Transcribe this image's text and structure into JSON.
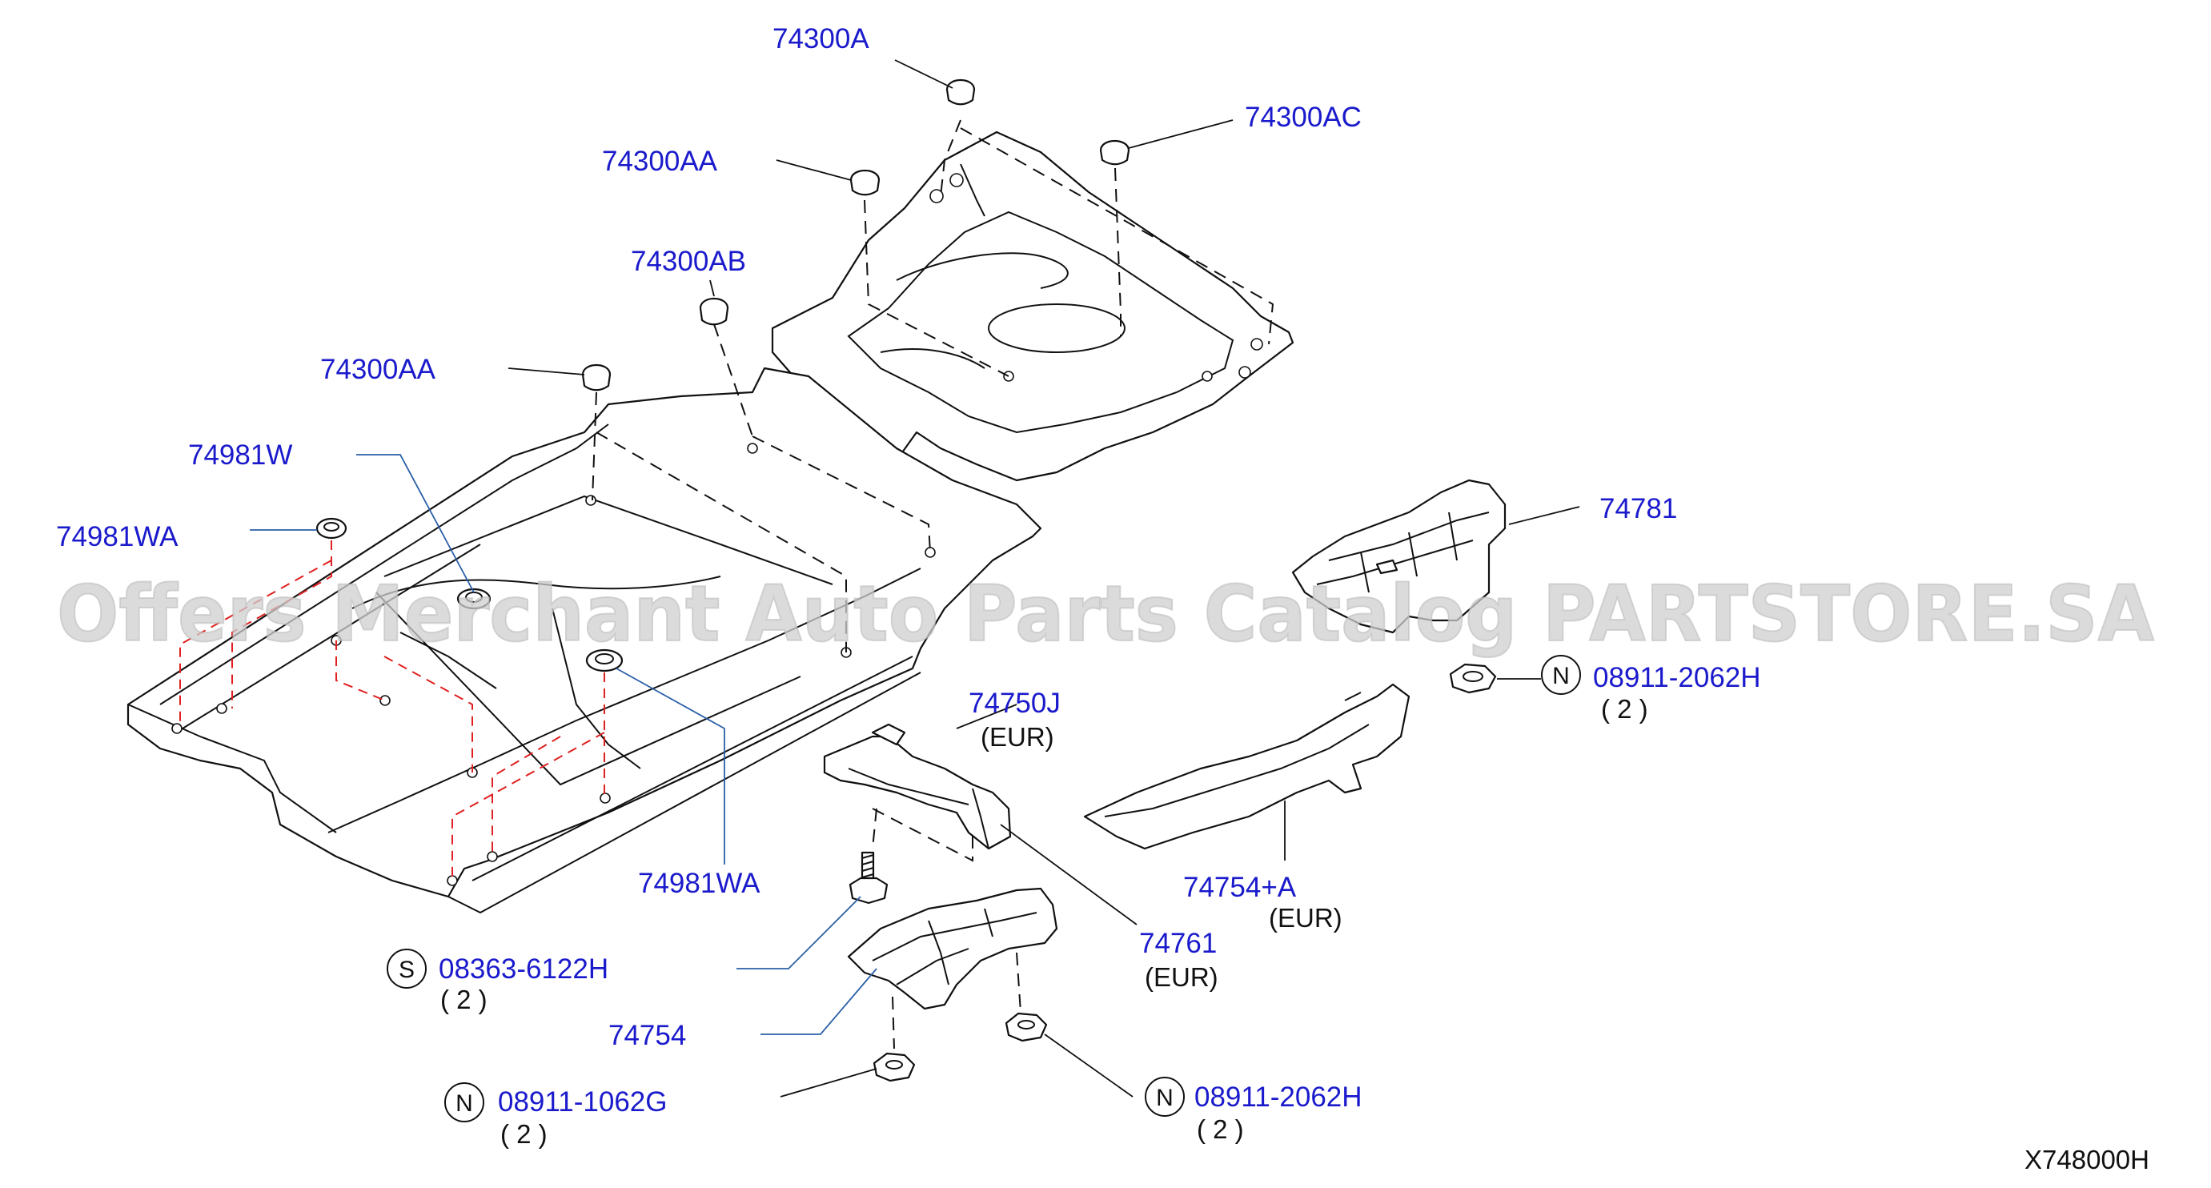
{
  "watermark": "Offers Merchant Auto Parts Catalog PARTSTORE.SA",
  "diagram_ref": "X748000H",
  "callouts": {
    "p74300a": "74300A",
    "p74300ac": "74300AC",
    "p74300aa_top": "74300AA",
    "p74300ab": "74300AB",
    "p74300aa_mid": "74300AA",
    "p74981w": "74981W",
    "p74981wa_left": "74981WA",
    "p74981wa_center": "74981WA",
    "p74781": "74781",
    "p08911_2062h_right": "08911-2062H",
    "qty_08911_2062h_right": "( 2 )",
    "p74750j": "74750J",
    "note_74750j": "(EUR)",
    "p74754a": "74754+A",
    "note_74754a": "(EUR)",
    "p74761": "74761",
    "note_74761": "(EUR)",
    "p08363": "08363-6122H",
    "qty_08363": "( 2 )",
    "p74754": "74754",
    "p08911_1062g": "08911-1062G",
    "qty_08911_1062g": "( 2 )",
    "p08911_2062h_bottom": "08911-2062H",
    "qty_08911_2062h_bottom": "( 2 )"
  },
  "symbols": {
    "screw": "S",
    "nut": "N"
  },
  "colors": {
    "callout_text": "#1a1acc",
    "leader_blue": "#2a5fa8",
    "guide_red": "#e02020",
    "watermark": "#cfcfcf"
  }
}
